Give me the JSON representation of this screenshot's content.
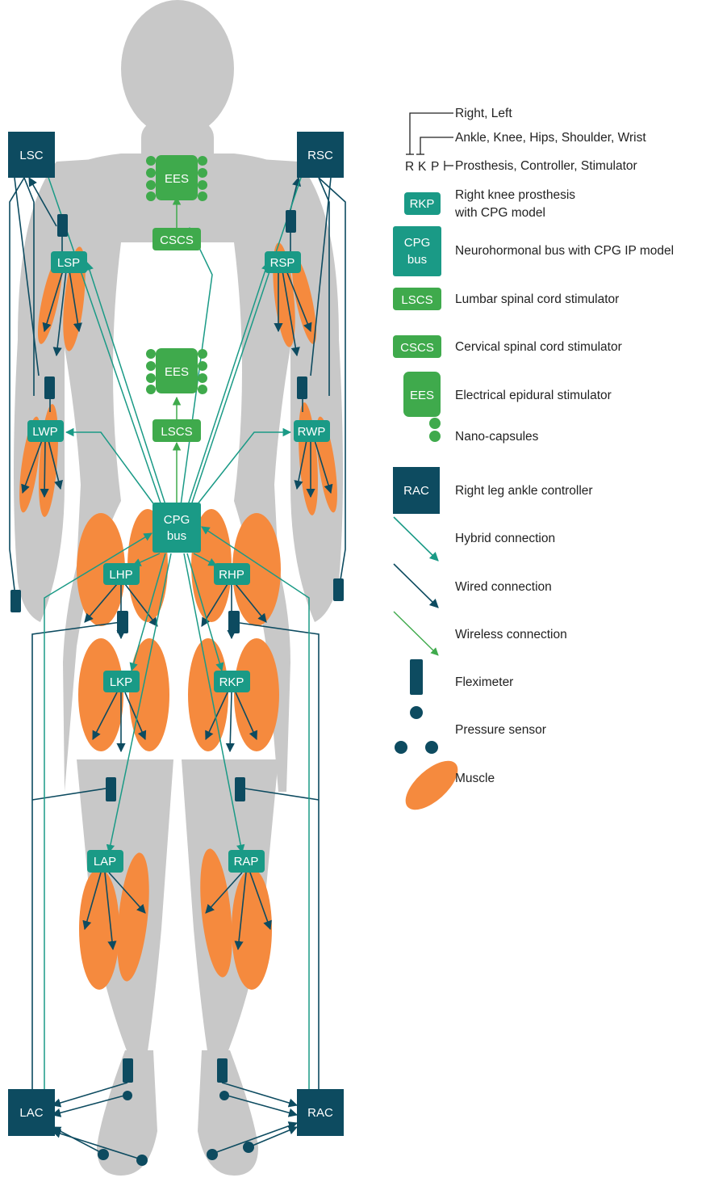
{
  "colors": {
    "body": "#c8c8c8",
    "muscle": "#f58a3e",
    "teal": "#1a9a86",
    "green": "#3faa4c",
    "navy": "#0d4b60",
    "hybrid": "#1a9a86",
    "wired": "#0d4b60",
    "wireless": "#3faa4c"
  },
  "nodes": {
    "lsc": "LSC",
    "rsc": "RSC",
    "lac": "LAC",
    "rac": "RAC",
    "ees_top": "EES",
    "ees_mid": "EES",
    "cscs": "CSCS",
    "lscs": "LSCS",
    "lsp": "LSP",
    "rsp": "RSP",
    "lwp": "LWP",
    "rwp": "RWP",
    "cpg_line1": "CPG",
    "cpg_line2": "bus",
    "lhp": "LHP",
    "rhp": "RHP",
    "lkp": "LKP",
    "rkp": "RKP",
    "lap": "LAP",
    "rap": "RAP"
  },
  "key": {
    "letters": {
      "r": "R",
      "k": "K",
      "p": "P"
    },
    "line1": "Right, Left",
    "line2": "Ankle, Knee, Hips, Shoulder, Wrist",
    "line3": "Prosthesis, Controller, Stimulator"
  },
  "legend": {
    "rkp": {
      "badge": "RKP",
      "line1": "Right knee prosthesis",
      "line2": "with CPG model"
    },
    "cpg": {
      "badge_line1": "CPG",
      "badge_line2": "bus",
      "text": "Neurohormonal bus with CPG IP model"
    },
    "lscs": {
      "badge": "LSCS",
      "text": "Lumbar spinal cord stimulator"
    },
    "cscs": {
      "badge": "CSCS",
      "text": "Cervical spinal cord stimulator"
    },
    "ees": {
      "badge": "EES",
      "text": "Electrical epidural stimulator"
    },
    "nano": {
      "text": "Nano-capsules"
    },
    "rac": {
      "badge": "RAC",
      "text": "Right leg ankle controller"
    },
    "hybrid": {
      "text": "Hybrid connection"
    },
    "wired": {
      "text": "Wired connection"
    },
    "wireless": {
      "text": "Wireless connection"
    },
    "fleximeter": {
      "text": "Fleximeter"
    },
    "pressure": {
      "text": "Pressure sensor"
    },
    "muscle": {
      "text": "Muscle"
    }
  }
}
